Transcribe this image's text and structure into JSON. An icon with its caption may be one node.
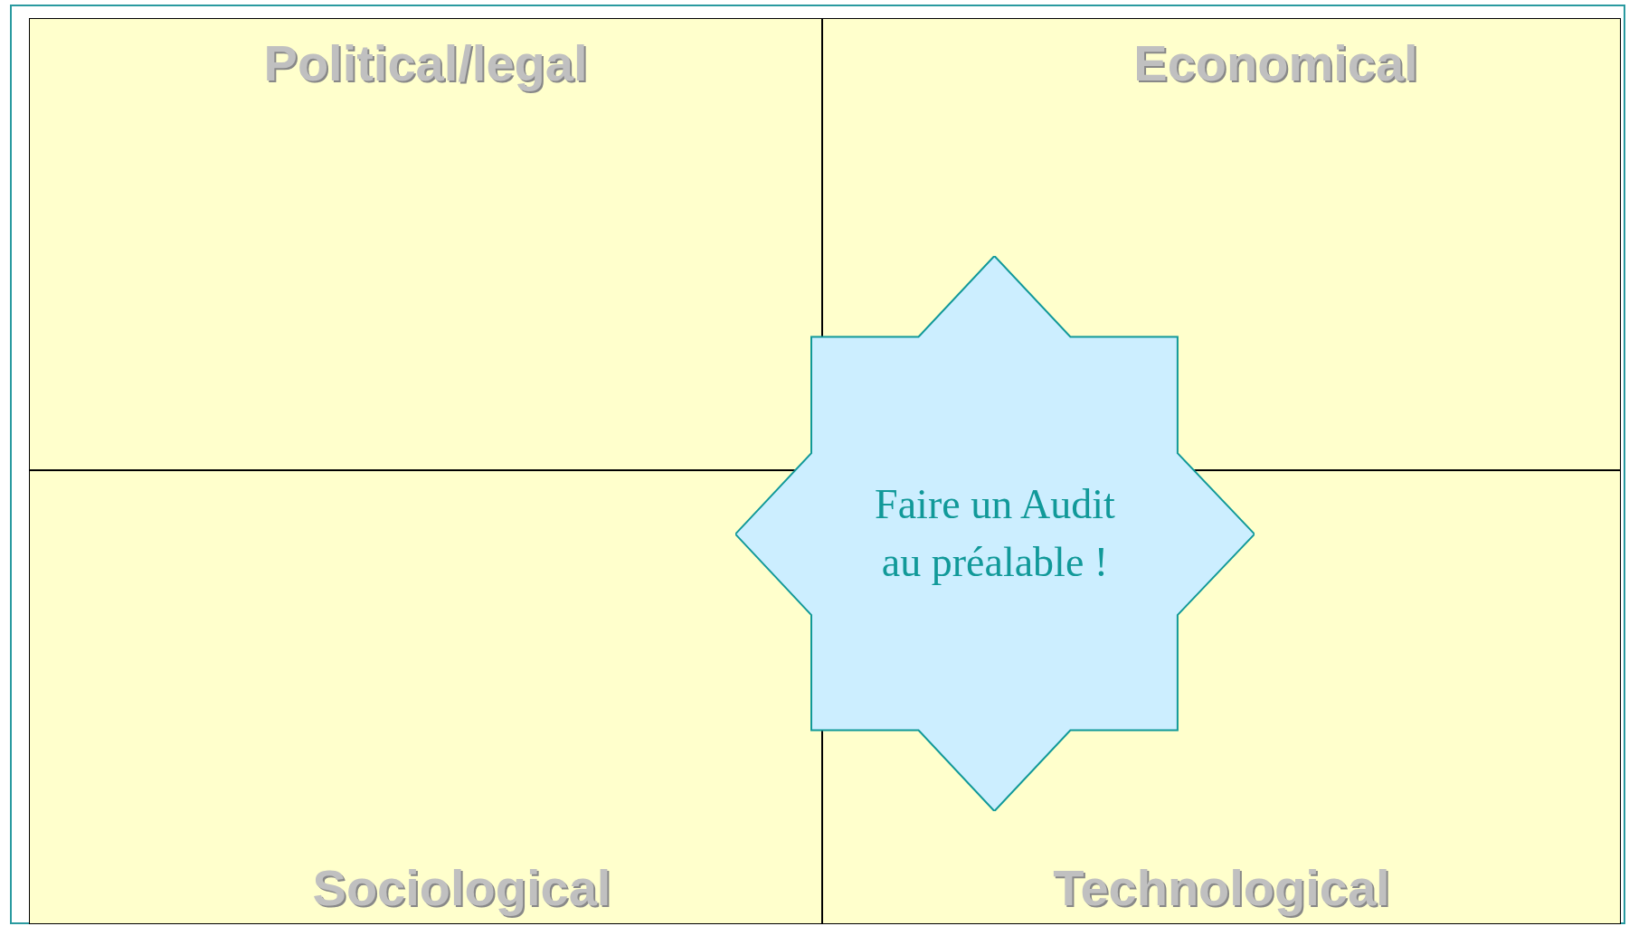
{
  "diagram": {
    "nodes": [
      {
        "text": [
          "Political/legal"
        ]
      },
      {
        "text": [
          "Economical"
        ]
      },
      {
        "text": [
          "Sociological"
        ]
      },
      {
        "text": [
          "Technological"
        ]
      },
      {
        "text": [
          "Faire un Audit au préalable !"
        ]
      }
    ]
  }
}
